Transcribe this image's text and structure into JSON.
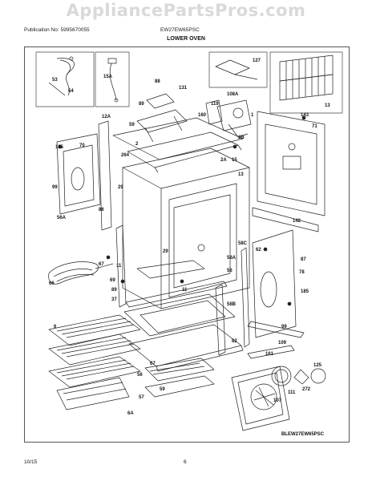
{
  "watermark": "AppliancePartsPros.com",
  "header": {
    "publication": "Publication No: 5995670055",
    "model": "EW27EW65PSC"
  },
  "title": "LOWER OVEN",
  "diagram_code": "BLEW27EW65PSC",
  "footer": {
    "date": "10/15",
    "page": "6"
  },
  "part_callouts": [
    "53",
    "54",
    "15A",
    "88",
    "131",
    "127",
    "13",
    "89",
    "119",
    "108A",
    "12A",
    "59",
    "160",
    "1",
    "143",
    "71",
    "185",
    "70",
    "2",
    "264",
    "2B",
    "2A",
    "15",
    "99",
    "13",
    "29",
    "56A",
    "86",
    "142",
    "58C",
    "11",
    "69",
    "66",
    "29",
    "62",
    "87",
    "67",
    "58A",
    "78",
    "56",
    "11",
    "89",
    "37",
    "58B",
    "185",
    "6",
    "99",
    "82",
    "67",
    "56",
    "161",
    "109",
    "125",
    "57",
    "272",
    "111",
    "6A",
    "107",
    "59"
  ]
}
